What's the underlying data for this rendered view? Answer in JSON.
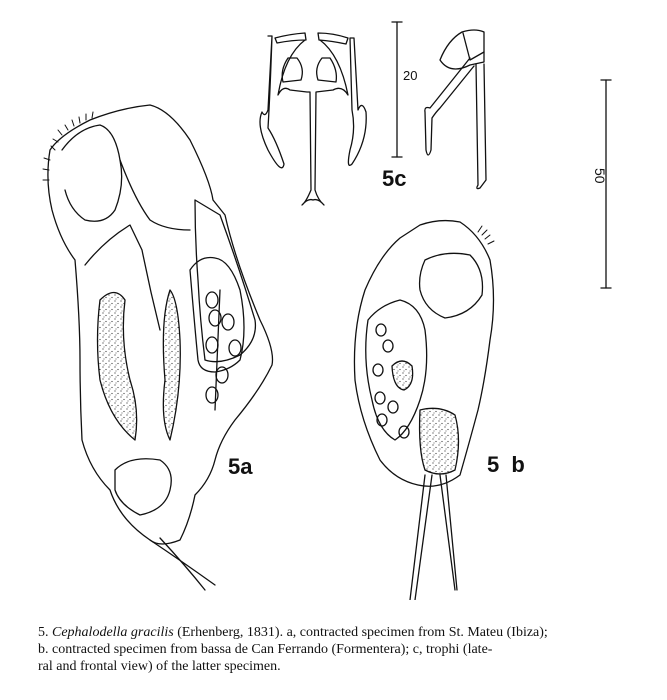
{
  "figure": {
    "panels": [
      {
        "id": "5a",
        "label": "5a",
        "description": "contracted specimen from St. Mateu (Ibiza)"
      },
      {
        "id": "5b",
        "label": "5 b",
        "description": "contracted specimen from bassa de Can Ferrando (Formentera)"
      },
      {
        "id": "5c",
        "label": "5c",
        "description": "trophi (lateral and frontal view) of the latter specimen"
      }
    ],
    "scale_bars": [
      {
        "id": "trophi-scale",
        "value": "20"
      },
      {
        "id": "body-scale",
        "value": "50"
      }
    ]
  },
  "caption": {
    "number": "5.",
    "species": "Cephalodella gracilis",
    "authority": "(Erhenberg, 1831). a, contracted specimen from St. Mateu (Ibiza);",
    "line2": "b. contracted specimen from bassa de Can Ferrando (Formentera); c, trophi (late-",
    "line3": "ral and frontal view) of the latter specimen."
  }
}
